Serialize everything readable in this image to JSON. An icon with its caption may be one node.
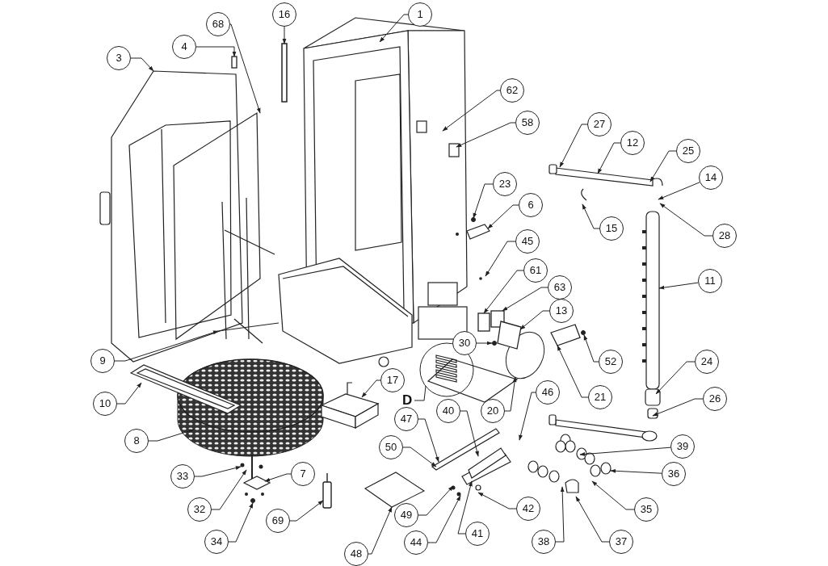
{
  "diagram": {
    "nodes": [
      {
        "text": [
          "16"
        ]
      },
      {
        "text": [
          "1"
        ]
      },
      {
        "text": [
          "68"
        ]
      },
      {
        "text": [
          "4"
        ]
      },
      {
        "text": [
          "3"
        ]
      },
      {
        "text": [
          "62"
        ]
      },
      {
        "text": [
          "58"
        ]
      },
      {
        "text": [
          "27"
        ]
      },
      {
        "text": [
          "12"
        ]
      },
      {
        "text": [
          "25"
        ]
      },
      {
        "text": [
          "14"
        ]
      },
      {
        "text": [
          "6"
        ]
      },
      {
        "text": [
          "23"
        ]
      },
      {
        "text": [
          "15"
        ]
      },
      {
        "text": [
          "28"
        ]
      },
      {
        "text": [
          "45"
        ]
      },
      {
        "text": [
          "61"
        ]
      },
      {
        "text": [
          "11"
        ]
      },
      {
        "text": [
          "63"
        ]
      },
      {
        "text": [
          "13"
        ]
      },
      {
        "text": [
          "30"
        ]
      },
      {
        "text": [
          "9"
        ]
      },
      {
        "text": [
          "52"
        ]
      },
      {
        "text": [
          "24"
        ]
      },
      {
        "text": [
          "17"
        ]
      },
      {
        "text": [
          "21"
        ]
      },
      {
        "text": [
          "26"
        ]
      },
      {
        "text": [
          "D"
        ]
      },
      {
        "text": [
          "10"
        ]
      },
      {
        "text": [
          "46"
        ]
      },
      {
        "text": [
          "20"
        ]
      },
      {
        "text": [
          "40"
        ]
      },
      {
        "text": [
          "47"
        ]
      },
      {
        "text": [
          "8"
        ]
      },
      {
        "text": [
          "50"
        ]
      },
      {
        "text": [
          "39"
        ]
      },
      {
        "text": [
          "36"
        ]
      },
      {
        "text": [
          "33"
        ]
      },
      {
        "text": [
          "7"
        ]
      },
      {
        "text": [
          "35"
        ]
      },
      {
        "text": [
          "42"
        ]
      },
      {
        "text": [
          "32"
        ]
      },
      {
        "text": [
          "49"
        ]
      },
      {
        "text": [
          "69"
        ]
      },
      {
        "text": [
          "44"
        ]
      },
      {
        "text": [
          "41"
        ]
      },
      {
        "text": [
          "38"
        ]
      },
      {
        "text": [
          "37"
        ]
      },
      {
        "text": [
          "34"
        ]
      },
      {
        "text": [
          "48"
        ]
      },
      {
        "text": [],
        "shape": "bar"
      },
      {
        "text": [],
        "shape": "picture"
      },
      {
        "text": [],
        "shape": "picture"
      },
      {
        "text": [],
        "shape": "box"
      },
      {
        "text": [],
        "shape": "box"
      },
      {
        "text": [],
        "shape": "circle"
      },
      {
        "text": [],
        "shape": "circle"
      },
      {
        "text": [],
        "shape": "cylinder"
      },
      {
        "text": [],
        "shape": "circle"
      },
      {
        "text": [],
        "shape": "diamond"
      },
      {
        "text": [],
        "shape": "circle"
      },
      {
        "text": [],
        "shape": "box"
      },
      {
        "text": [],
        "shape": "circle"
      },
      {
        "text": [],
        "shape": "box"
      },
      {
        "text": [],
        "shape": "circle"
      },
      {
        "text": [],
        "shape": "picture"
      },
      {
        "text": [],
        "shape": "box"
      }
    ],
    "edges": [
      {
        "from": 0,
        "to": 50,
        "arrow": "to"
      },
      {
        "from": 1,
        "to": null,
        "arrow": "to"
      },
      {
        "from": 2,
        "to": null,
        "arrow": "to"
      },
      {
        "from": 3,
        "to": 61,
        "arrow": "to"
      },
      {
        "from": 4,
        "to": 51,
        "arrow": "to"
      },
      {
        "from": 5,
        "to": null,
        "arrow": "to"
      },
      {
        "from": 6,
        "to": null,
        "arrow": "to"
      },
      {
        "from": 7,
        "to": null,
        "arrow": "to"
      },
      {
        "from": 8,
        "to": null,
        "arrow": "to"
      },
      {
        "from": 9,
        "to": null,
        "arrow": "to"
      },
      {
        "from": 10,
        "to": null,
        "arrow": "to"
      },
      {
        "from": 11,
        "to": 52,
        "arrow": "to"
      },
      {
        "from": 12,
        "to": 62,
        "arrow": "to"
      },
      {
        "from": 13,
        "to": null,
        "arrow": "to"
      },
      {
        "from": 14,
        "to": null,
        "arrow": "to"
      },
      {
        "from": 15,
        "to": null,
        "arrow": "to"
      },
      {
        "from": 16,
        "to": 53,
        "arrow": "to"
      },
      {
        "from": 17,
        "to": null,
        "arrow": "to"
      },
      {
        "from": 18,
        "to": 54,
        "arrow": "to"
      },
      {
        "from": 19,
        "to": 63,
        "arrow": "to"
      },
      {
        "from": 20,
        "to": 64,
        "arrow": "to"
      },
      {
        "from": 21,
        "to": 65,
        "arrow": "to"
      },
      {
        "from": 22,
        "to": 55,
        "arrow": "to"
      },
      {
        "from": 23,
        "to": null,
        "arrow": "to"
      },
      {
        "from": 24,
        "to": null,
        "arrow": "to"
      },
      {
        "from": 25,
        "to": 66,
        "arrow": "to"
      },
      {
        "from": 26,
        "to": null,
        "arrow": "to"
      },
      {
        "from": 27,
        "to": 60,
        "arrow": "none"
      },
      {
        "from": 28,
        "to": null,
        "arrow": "to"
      },
      {
        "from": 29,
        "to": null,
        "arrow": "to"
      },
      {
        "from": 30,
        "to": 56,
        "arrow": "to"
      },
      {
        "from": 31,
        "to": null,
        "arrow": "to"
      },
      {
        "from": 32,
        "to": null,
        "arrow": "to"
      },
      {
        "from": 33,
        "to": null,
        "arrow": "to"
      },
      {
        "from": 34,
        "to": null,
        "arrow": "to"
      },
      {
        "from": 35,
        "to": null,
        "arrow": "to"
      },
      {
        "from": 36,
        "to": null,
        "arrow": "to"
      },
      {
        "from": 37,
        "to": null,
        "arrow": "to"
      },
      {
        "from": 38,
        "to": null,
        "arrow": "to"
      },
      {
        "from": 39,
        "to": null,
        "arrow": "to"
      },
      {
        "from": 40,
        "to": null,
        "arrow": "to"
      },
      {
        "from": 41,
        "to": null,
        "arrow": "to"
      },
      {
        "from": 42,
        "to": null,
        "arrow": "to"
      },
      {
        "from": 43,
        "to": 57,
        "arrow": "to"
      },
      {
        "from": 44,
        "to": null,
        "arrow": "to"
      },
      {
        "from": 45,
        "to": null,
        "arrow": "to"
      },
      {
        "from": 46,
        "to": null,
        "arrow": "to"
      },
      {
        "from": 47,
        "to": null,
        "arrow": "to"
      },
      {
        "from": 48,
        "to": 58,
        "arrow": "to"
      },
      {
        "from": 49,
        "to": 59,
        "arrow": "to"
      }
    ]
  }
}
